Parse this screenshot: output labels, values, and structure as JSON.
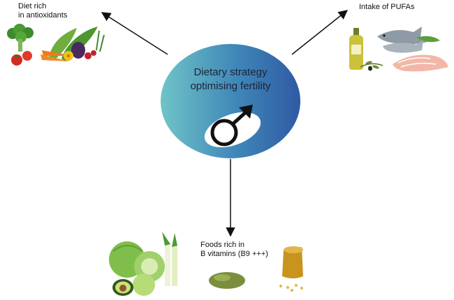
{
  "center": {
    "line1": "Dietary strategy",
    "line2": "optimising fertility",
    "symbol_icon": "male-symbol-icon",
    "gradient_start": "#6fc4c8",
    "gradient_end": "#2f5aa3"
  },
  "branches": {
    "antioxidants": {
      "line1": "Diet rich",
      "line2": "in antioxidants",
      "icon": "vegetables-icon"
    },
    "pufa": {
      "line1": "Intake of PUFAs",
      "icon": "fish-and-olive-oil-icon"
    },
    "b_vitamins": {
      "line1": "Foods rich in",
      "line2": "B vitamins (B9 +++)",
      "icon": "leafy-greens-and-legumes-icon"
    }
  },
  "colors": {
    "arrow": "#111111"
  }
}
